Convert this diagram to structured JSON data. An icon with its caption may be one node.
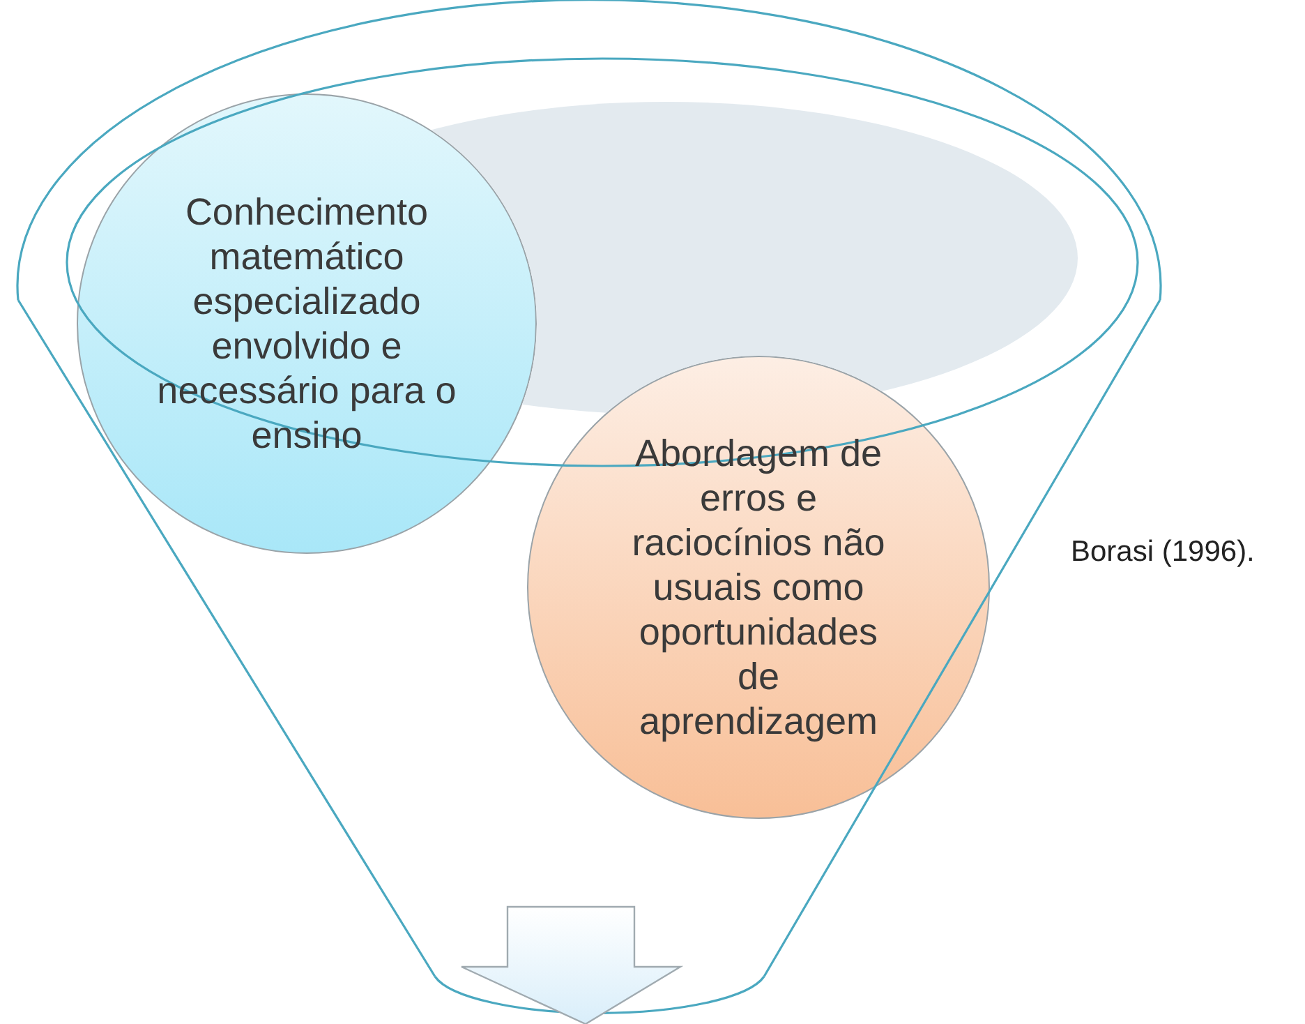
{
  "diagram": {
    "nodes": [
      {
        "text": [
          "Conhecimento matemático especializado envolvido e necessário para o ensino"
        ]
      },
      {
        "text": [
          "Abordagem de erros e raciocínios não usuais como oportunidades de aprendizagem"
        ]
      }
    ],
    "labels": [
      "Borasi (1996)."
    ]
  }
}
